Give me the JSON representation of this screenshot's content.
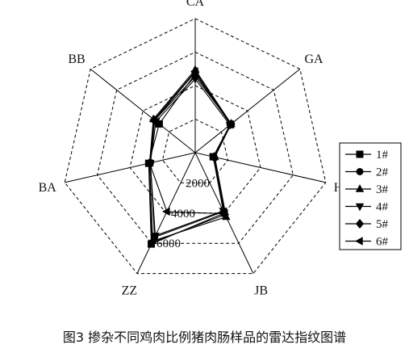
{
  "caption": "图3  掺杂不同鸡肉比例猪肉肠样品的雷达指纹图谱",
  "chart_data": {
    "type": "radar",
    "title": "",
    "axes": [
      "CA",
      "GA",
      "HA",
      "JB",
      "ZZ",
      "BA",
      "BB"
    ],
    "ticks": [
      2000,
      4000,
      6000
    ],
    "radial_range": [
      0,
      8000
    ],
    "grid": true,
    "grid_style": "dashed",
    "legend_position": "right",
    "series": [
      {
        "name": "1#",
        "marker": "square",
        "values": [
          4700,
          2700,
          1100,
          4000,
          6050,
          2850,
          2750
        ]
      },
      {
        "name": "2#",
        "marker": "circle",
        "values": [
          4550,
          2750,
          1150,
          3900,
          5600,
          2750,
          3100
        ]
      },
      {
        "name": "3#",
        "marker": "triangle-up",
        "values": [
          4950,
          2750,
          1200,
          4250,
          5850,
          2800,
          3200
        ]
      },
      {
        "name": "4#",
        "marker": "triangle-down",
        "values": [
          4400,
          2650,
          1100,
          3850,
          5500,
          2750,
          3000
        ]
      },
      {
        "name": "5#",
        "marker": "diamond",
        "values": [
          4800,
          2750,
          1150,
          4100,
          5950,
          2800,
          3100
        ]
      },
      {
        "name": "6#",
        "marker": "triangle-left",
        "values": [
          4850,
          2700,
          1150,
          4050,
          3900,
          2800,
          3150
        ]
      }
    ]
  }
}
